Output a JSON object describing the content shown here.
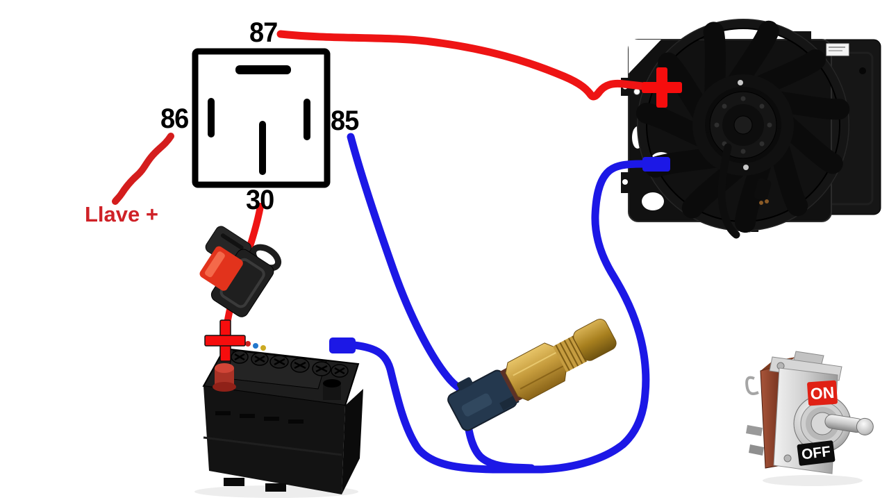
{
  "labels": {
    "relay_pin_top": "87",
    "relay_pin_left": "86",
    "relay_pin_right": "85",
    "relay_pin_bottom": "30",
    "key_positive": "Llave +",
    "switch_on": "ON",
    "switch_off": "OFF"
  },
  "colors": {
    "background": "#ffffff",
    "wire_red": "#ee1414",
    "squiggle_red": "#d41d1d",
    "wire_blue": "#1c18e6",
    "connector_blue": "#1c18e6",
    "plus_red": "#f60d0d",
    "label_black": "#000000",
    "label_red": "#cf2127",
    "fuse_red": "#e2331c",
    "on_badge_bg": "#e02014",
    "off_badge_bg": "#0c0c0c",
    "badge_text": "#ffffff",
    "relay_outline": "#000000"
  }
}
